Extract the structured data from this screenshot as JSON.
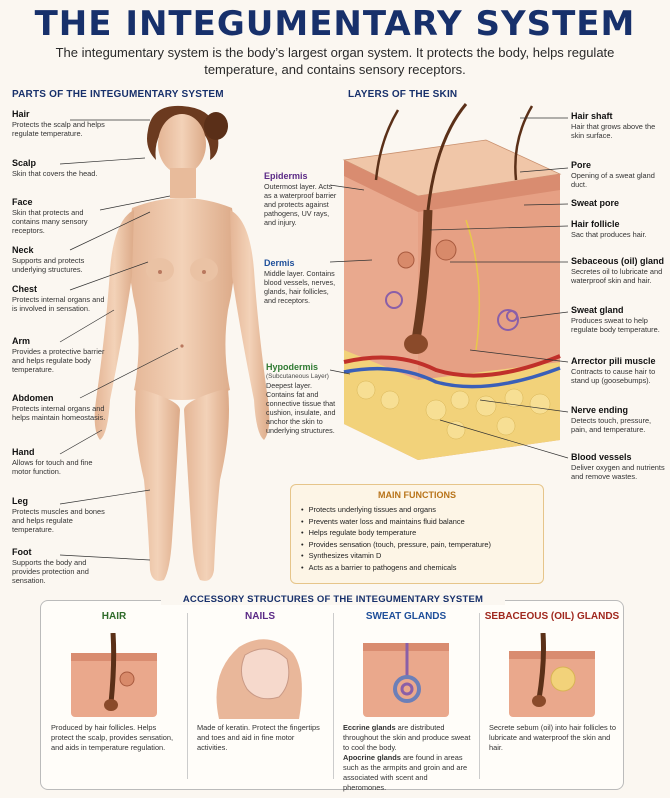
{
  "title": "THE INTEGUMENTARY SYSTEM",
  "subtitle": "The integumentary system is the body’s largest organ system. It protects the body, helps regulate temperature, and contains sensory receptors.",
  "parts_heading": "PARTS OF THE INTEGUMENTARY SYSTEM",
  "layers_heading": "LAYERS OF THE SKIN",
  "parts": [
    {
      "title": "Hair",
      "desc": "Protects the scalp and helps regulate temperature."
    },
    {
      "title": "Scalp",
      "desc": "Skin that covers the head."
    },
    {
      "title": "Face",
      "desc": "Skin that protects and contains many sensory receptors."
    },
    {
      "title": "Neck",
      "desc": "Supports and protects underlying structures."
    },
    {
      "title": "Chest",
      "desc": "Protects internal organs and is involved in sensation."
    },
    {
      "title": "Arm",
      "desc": "Provides a protective barrier and helps regulate body temperature."
    },
    {
      "title": "Abdomen",
      "desc": "Protects internal organs and helps maintain homeostasis."
    },
    {
      "title": "Hand",
      "desc": "Allows for touch and fine motor function."
    },
    {
      "title": "Leg",
      "desc": "Protects muscles and bones and helps regulate temperature."
    },
    {
      "title": "Foot",
      "desc": "Supports the body and provides protection and sensation."
    }
  ],
  "layers": [
    {
      "title": "Epidermis",
      "sub": "",
      "desc": "Outermost layer. Acts as a waterproof barrier and protects against pathogens, UV rays, and injury.",
      "color": "#5b2a86"
    },
    {
      "title": "Dermis",
      "sub": "",
      "desc": "Middle layer. Contains blood vessels, nerves, glands, hair follicles, and receptors.",
      "color": "#1f4f9a"
    },
    {
      "title": "Hypodermis",
      "sub": "(Subcutaneous Layer)",
      "desc": "Deepest layer. Contains fat and connective tissue that cushion, insulate, and anchor the skin to underlying structures.",
      "color": "#2f7a32"
    }
  ],
  "structures": [
    {
      "title": "Hair shaft",
      "desc": "Hair that grows above the skin surface."
    },
    {
      "title": "Pore",
      "desc": "Opening of a sweat gland duct."
    },
    {
      "title": "Sweat pore",
      "desc": ""
    },
    {
      "title": "Hair follicle",
      "desc": "Sac that produces hair."
    },
    {
      "title": "Sebaceous (oil) gland",
      "desc": "Secretes oil to lubricate and waterproof skin and hair."
    },
    {
      "title": "Sweat gland",
      "desc": "Produces sweat to help regulate body temperature."
    },
    {
      "title": "Arrector pili muscle",
      "desc": "Contracts to cause hair to stand up (goosebumps)."
    },
    {
      "title": "Nerve ending",
      "desc": "Detects touch, pressure, pain, and temperature."
    },
    {
      "title": "Blood vessels",
      "desc": "Deliver oxygen and nutrients and remove wastes."
    }
  ],
  "functions": {
    "heading": "MAIN FUNCTIONS",
    "items": [
      "Protects underlying tissues and organs",
      "Prevents water loss and maintains fluid balance",
      "Helps regulate body temperature",
      "Provides sensation (touch, pressure, pain, temperature)",
      "Synthesizes vitamin D",
      "Acts as a barrier to pathogens and chemicals"
    ]
  },
  "accessory": {
    "heading": "ACCESSORY STRUCTURES OF THE INTEGUMENTARY SYSTEM",
    "columns": [
      {
        "title": "HAIR",
        "color": "#2f6b2a",
        "desc": "Produced by hair follicles. Helps protect the scalp, provides sensation, and aids in temperature regulation."
      },
      {
        "title": "NAILS",
        "color": "#5b2a86",
        "desc": "Made of keratin. Protect the fingertips and toes and aid in fine motor activities."
      },
      {
        "title": "SWEAT GLANDS",
        "color": "#1f4f9a",
        "desc_a_bold": "Eccrine glands",
        "desc_a": " are distributed throughout the skin and produce sweat to cool the body.",
        "desc_b_bold": "Apocrine glands",
        "desc_b": " are found in areas such as the armpits and groin and are associated with scent and pheromones."
      },
      {
        "title": "SEBACEOUS (OIL) GLANDS",
        "color": "#a0281e",
        "desc": "Secrete sebum (oil) into hair follicles to lubricate and waterproof the skin and hair."
      }
    ]
  }
}
